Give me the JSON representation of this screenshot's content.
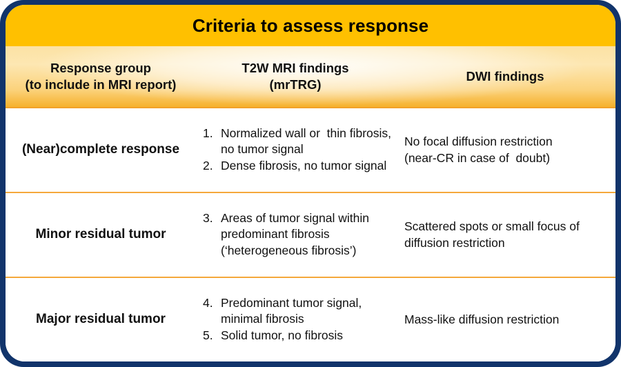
{
  "table": {
    "title": "Criteria to assess response",
    "accent_header_color": "#FFC000",
    "frame_color": "#11346b",
    "divider_color": "#F5A83B",
    "columns": [
      {
        "label_line1": "Response group",
        "label_line2": "(to include in MRI report)"
      },
      {
        "label_line1": "T2W MRI findings",
        "label_line2": "(mrTRG)"
      },
      {
        "label_line1": "DWI findings",
        "label_line2": ""
      }
    ],
    "rows": [
      {
        "group": "(Near)complete response",
        "mrtrg": [
          {
            "num": "1.",
            "text": "Normalized wall or  thin fibrosis, no tumor signal"
          },
          {
            "num": "2.",
            "text": "Dense fibrosis, no tumor signal"
          }
        ],
        "dwi": "No focal diffusion restriction\n(near-CR in case of  doubt)"
      },
      {
        "group": "Minor residual tumor",
        "mrtrg": [
          {
            "num": "3.",
            "text": "Areas of tumor signal within predominant fibrosis\n(‘heterogeneous fibrosis’)"
          }
        ],
        "dwi": "Scattered spots or small focus of\ndiffusion restriction"
      },
      {
        "group": "Major residual tumor",
        "mrtrg": [
          {
            "num": "4.",
            "text": "Predominant tumor signal,\nminimal fibrosis"
          },
          {
            "num": "5.",
            "text": "Solid tumor, no fibrosis"
          }
        ],
        "dwi": "Mass-like diffusion restriction"
      }
    ]
  }
}
